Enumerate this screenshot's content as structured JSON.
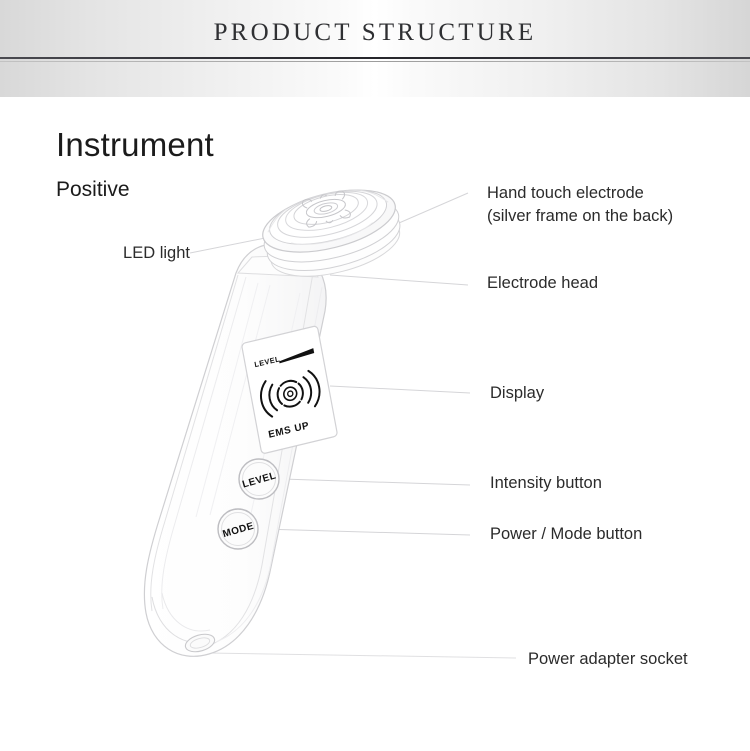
{
  "banner": {
    "title": "PRODUCT STRUCTURE"
  },
  "headings": {
    "title": "Instrument",
    "subtitle": "Positive"
  },
  "callouts": {
    "led_light": "LED light",
    "hand_touch_electrode_line1": "Hand touch electrode",
    "hand_touch_electrode_line2": "(silver frame on the back)",
    "electrode_head": "Electrode head",
    "display": "Display",
    "intensity_button": "Intensity button",
    "power_mode_button": "Power / Mode button",
    "power_adapter_socket": "Power adapter socket"
  },
  "device": {
    "display_screen": {
      "level_label": "LEVEL",
      "mode_label": "EMS UP"
    },
    "buttons": [
      {
        "label": "LEVEL"
      },
      {
        "label": "MODE"
      }
    ]
  },
  "colors": {
    "banner_center": "#ffffff",
    "banner_edge": "#d8d8d8",
    "rule_dark": "#26262b",
    "title_text": "#2f3033",
    "body_text": "#1b1b1b",
    "callout_text": "#2b2b2b",
    "line_art": "#cfcfd2",
    "line_art_soft": "#e2e2e4",
    "leader_line": "#d5d5d8",
    "screen_ink": "#111111"
  }
}
